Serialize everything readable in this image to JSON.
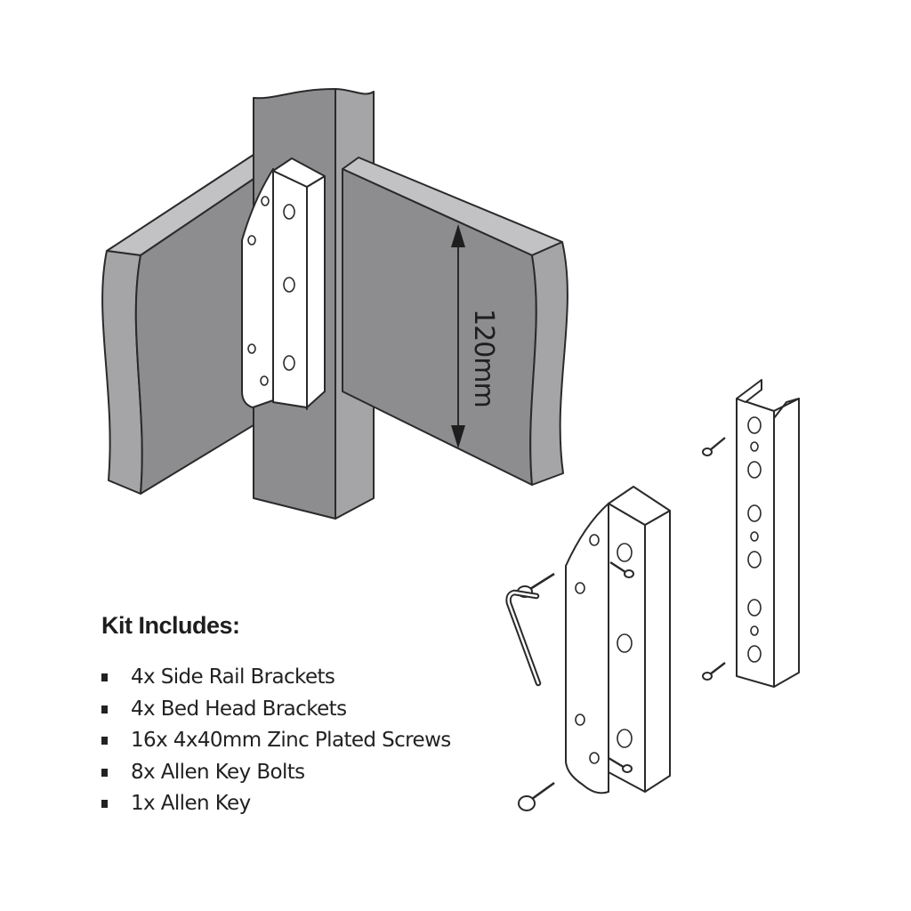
{
  "diagram": {
    "dimension_label": "120mm"
  },
  "kit": {
    "title": "Kit Includes:",
    "items": [
      "4x Side Rail Brackets",
      "4x Bed Head Brackets",
      "16x 4x40mm Zinc Plated Screws",
      "8x Allen Key Bolts",
      "1x Allen Key"
    ]
  },
  "colors": {
    "wood_face": "#8d8c8f",
    "wood_top": "#c2c1c4",
    "wood_edge": "#a5a4a7",
    "outline": "#2a2a2a",
    "bracket": "#ffffff"
  }
}
